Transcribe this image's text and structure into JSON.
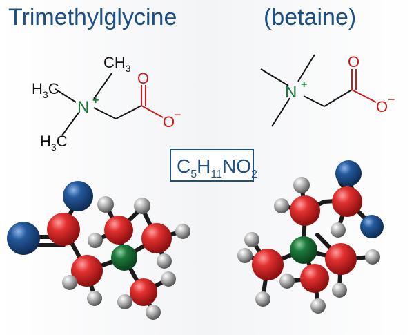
{
  "title": "Trimethylglycine",
  "subtitle": "(betaine)",
  "molecules": {
    "left_structure": {
      "methyl_top": {
        "label": "CH",
        "sub": "3"
      },
      "methyl_left": {
        "label": "H",
        "sub": "3",
        "tail": "C"
      },
      "methyl_bottom": {
        "label": "H",
        "sub": "3",
        "tail": "C"
      },
      "nitrogen": "N",
      "nitrogen_charge": "+",
      "oxygen_double": "O",
      "oxygen_single": "O",
      "oxygen_charge": "−"
    },
    "right_structure": {
      "nitrogen": "N",
      "nitrogen_charge": "+",
      "oxygen_double": "O",
      "oxygen_single": "O",
      "oxygen_charge": "−"
    }
  },
  "formula": {
    "c": "C",
    "c_sub": "5",
    "h": "H",
    "h_sub": "11",
    "n": "N",
    "o": "O",
    "o_sub": "2"
  },
  "colors": {
    "title": "#1b4f86",
    "nitrogen": "#1a7a3a",
    "oxygen": "#d01818",
    "carbon_atom": "#dd2222",
    "nitrogen_atom": "#1a7a3a",
    "oxygen_atom": "#1f4e8a",
    "hydrogen_atom": "#bbbbbb"
  }
}
